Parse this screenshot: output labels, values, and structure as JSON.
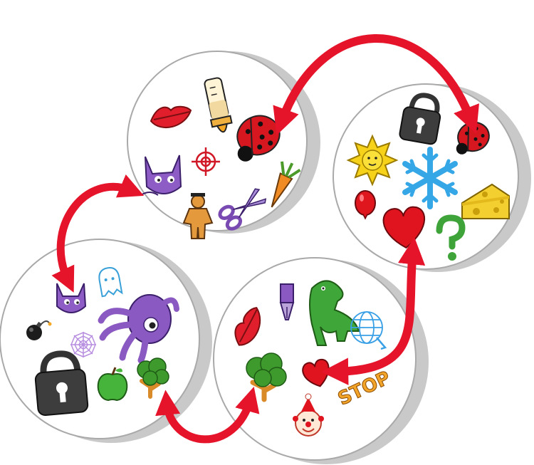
{
  "game": {
    "title": "Dobble",
    "stop_word": "STOP"
  },
  "colors": {
    "arrow": "#e5142b",
    "card_face": "#ffffff",
    "card_edge": "#a9a9a9",
    "card_shadow": "#c9c9c9"
  },
  "cards": [
    {
      "id": "card-top",
      "symbols": [
        "lips",
        "baby-bottle",
        "ladybug",
        "cat",
        "target",
        "carrot",
        "gingerbread-man",
        "scissors"
      ]
    },
    {
      "id": "card-right",
      "symbols": [
        "padlock",
        "ladybug",
        "sun",
        "snowflake",
        "cheese",
        "balloon",
        "heart",
        "question-mark"
      ]
    },
    {
      "id": "card-left",
      "symbols": [
        "cat",
        "ghost",
        "octopus",
        "bomb",
        "spider-web",
        "padlock",
        "apple",
        "tree"
      ]
    },
    {
      "id": "card-bottom",
      "symbols": [
        "lips",
        "ink-pen",
        "dinosaur",
        "web-globe",
        "tree",
        "heart",
        "stop-sign",
        "clown"
      ]
    }
  ],
  "matches": [
    {
      "between": [
        "card-top",
        "card-right"
      ],
      "symbol": "ladybug"
    },
    {
      "between": [
        "card-top",
        "card-left"
      ],
      "symbol": "cat"
    },
    {
      "between": [
        "card-left",
        "card-bottom"
      ],
      "symbol": "tree"
    },
    {
      "between": [
        "card-right",
        "card-bottom"
      ],
      "symbol": "heart"
    }
  ]
}
